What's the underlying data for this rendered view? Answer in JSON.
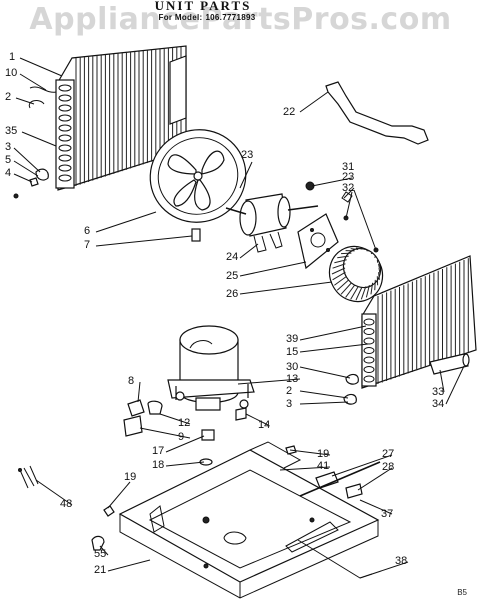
{
  "watermark": "AppliancePartsPros.com",
  "title": "UNIT PARTS",
  "model_label": "For Model:",
  "model_number": "106.7771893",
  "corner_code": "B5",
  "callouts": {
    "c1": "1",
    "c10": "10",
    "c2a": "2",
    "c35": "35",
    "c3a": "3",
    "c5": "5",
    "c4": "4",
    "c6": "6",
    "c7": "7",
    "c22": "22",
    "c23a": "23",
    "c31": "31",
    "c23b": "23",
    "c32": "32",
    "c24": "24",
    "c25": "25",
    "c26": "26",
    "c39": "39",
    "c15": "15",
    "c30": "30",
    "c13": "13",
    "c2b": "2",
    "c3b": "3",
    "c33": "33",
    "c34": "34",
    "c8": "8",
    "c12": "12",
    "c9": "9",
    "c14": "14",
    "c17": "17",
    "c18": "18",
    "c19a": "19",
    "c19b": "19",
    "c41": "41",
    "c27": "27",
    "c28": "28",
    "c48": "48",
    "c37": "37",
    "c55": "55",
    "c21": "21",
    "c38": "38"
  }
}
